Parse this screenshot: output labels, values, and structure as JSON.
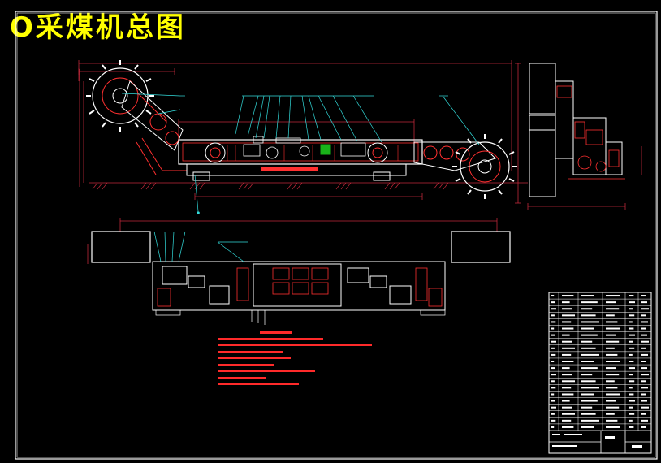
{
  "drawing": {
    "title": "O采煤机总图"
  },
  "colors": {
    "background": "#000000",
    "title": "#ffff00",
    "frame": "#ffffff",
    "machine_outline": "#ffffff",
    "machine_detail": "#ff3030",
    "dimension": "#c0283a",
    "leader": "#33dddd",
    "notes": "#ff2a2a",
    "highlight": "#19b319"
  },
  "views": [
    "side-elevation",
    "end-view",
    "plan-view"
  ],
  "title_block": {
    "parts_list_rows": 21
  }
}
